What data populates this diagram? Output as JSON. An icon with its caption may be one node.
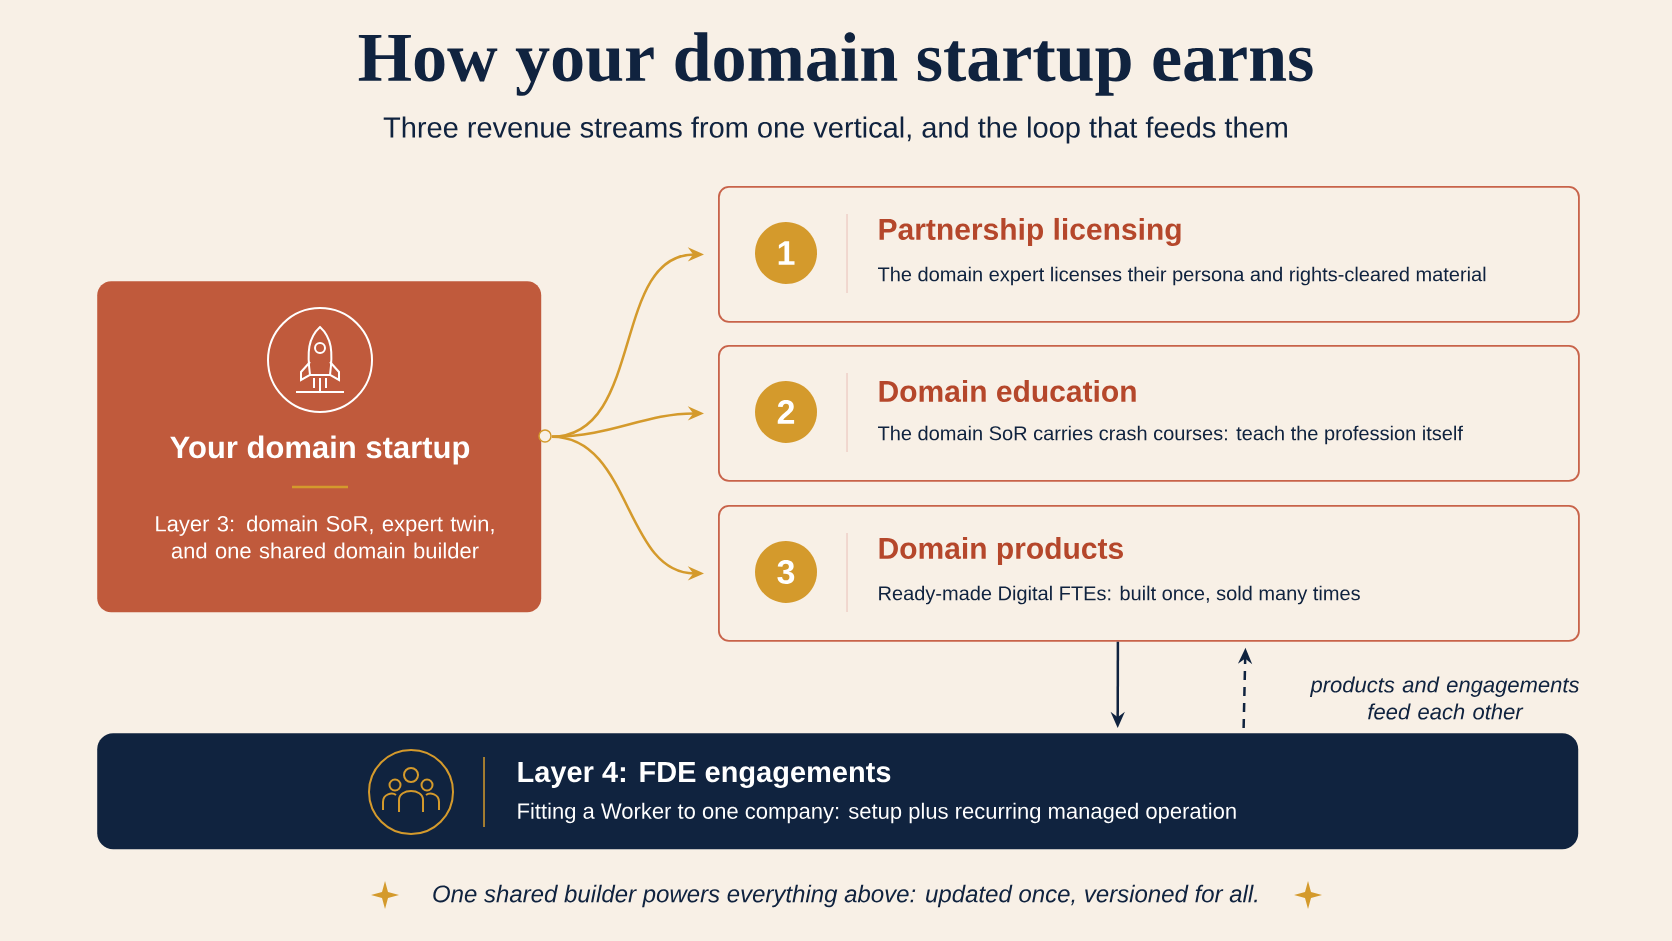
{
  "diagram": {
    "title": "How your domain startup earns",
    "nodes": [
      {
        "text": [
          "Your domain startup",
          "Layer 3: domain SoR, expert twin, and one shared domain builder"
        ]
      },
      {
        "text": [
          "1",
          "Partnership licensing",
          "The domain expert licenses their persona and rights-cleared material"
        ]
      },
      {
        "text": [
          "2",
          "Domain education",
          "The domain SoR carries crash courses: teach the profession itself"
        ]
      },
      {
        "text": [
          "3",
          "Domain products",
          "Ready-made Digital FTEs: built once, sold many times"
        ]
      },
      {
        "text": [
          "Layer 4: FDE engagements",
          "Fitting a Worker to one company: setup plus recurring managed operation"
        ]
      }
    ],
    "edges": [
      {
        "from": 0,
        "to": 1,
        "arrow": "to"
      },
      {
        "from": 0,
        "to": 2,
        "arrow": "to"
      },
      {
        "from": 0,
        "to": 3,
        "arrow": "to"
      },
      {
        "from": 3,
        "to": 4,
        "arrow": "to",
        "color": "#10233f"
      },
      {
        "from": 4,
        "to": 3,
        "arrow": "to",
        "style": "dashed",
        "color": "#10233f"
      }
    ],
    "labels": [
      "Three revenue streams from one vertical, and the loop that feeds them",
      "products and engagements feed each other"
    ],
    "caption": "One shared builder powers everything above: updated once, versioned for all."
  }
}
